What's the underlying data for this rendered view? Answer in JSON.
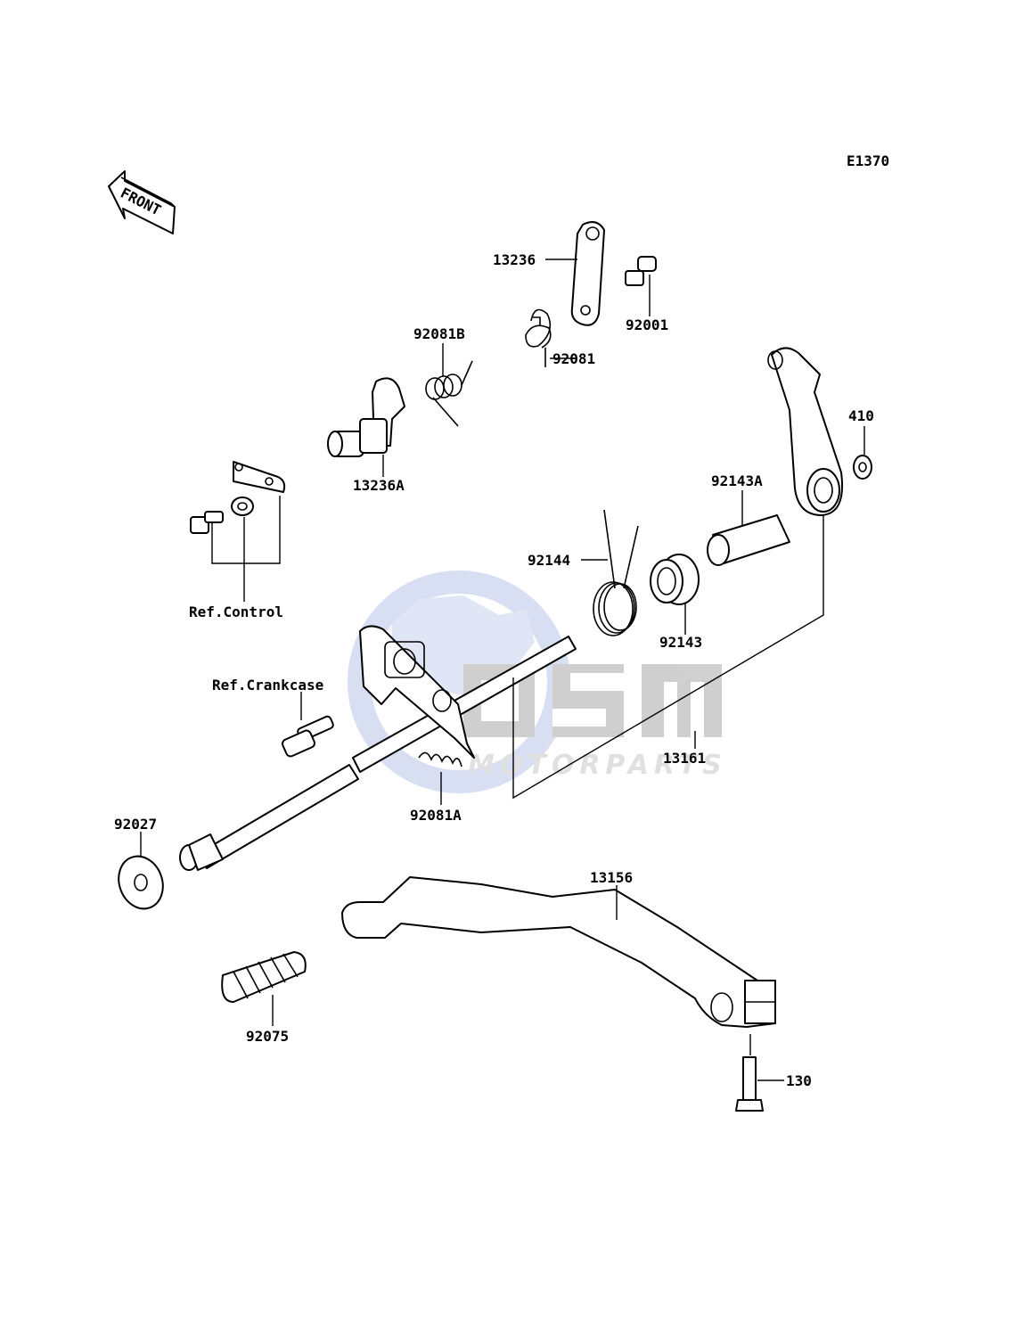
{
  "diagram_code": "E1370",
  "front_label": "FRONT",
  "watermark": {
    "brand": "OSM",
    "sub": "MOTORPARTS"
  },
  "part_labels": {
    "p13236": "13236",
    "p92001": "92001",
    "p92081b": "92081B",
    "p92081": "92081",
    "p410": "410",
    "p13236a": "13236A",
    "p92143a": "92143A",
    "p92144": "92144",
    "p92143": "92143",
    "ref_control": "Ref.Control",
    "ref_crankcase": "Ref.Crankcase",
    "p13161": "13161",
    "p92081a": "92081A",
    "p92027": "92027",
    "p13156": "13156",
    "p92075": "92075",
    "p130": "130"
  },
  "colors": {
    "line": "#000000",
    "watermark_blue": "#b9c6ea",
    "watermark_grey": "#a9a9a9"
  }
}
